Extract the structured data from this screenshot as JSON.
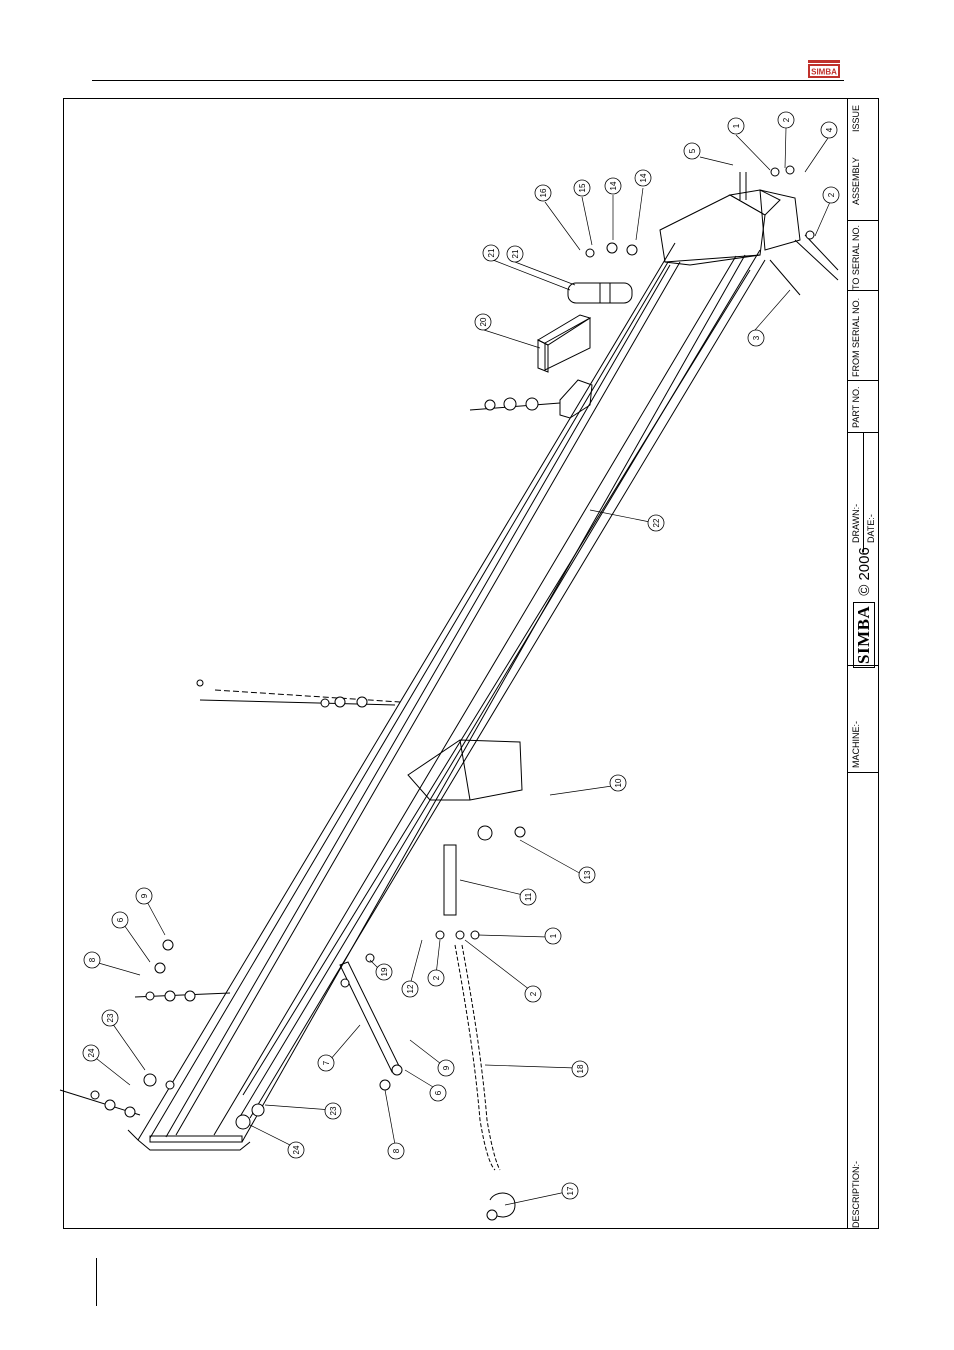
{
  "title_block": {
    "issue": "ISSUE",
    "assembly": "ASSEMBLY",
    "to_serial": "TO SERIAL NO.",
    "from_serial": "FROM SERIAL NO.",
    "part_no": "PART NO.",
    "drawn": "DRAWN:-",
    "date": "DATE:-",
    "brand": "SIMBA",
    "copyright": "© 2006",
    "machine": "MACHINE:-",
    "description": "DESCRIPTION:-"
  },
  "logo": {
    "text": "SIMBA",
    "color": "#c0312b"
  },
  "callouts": [
    {
      "n": "1"
    },
    {
      "n": "2"
    },
    {
      "n": "4"
    },
    {
      "n": "5"
    },
    {
      "n": "2"
    },
    {
      "n": "3"
    },
    {
      "n": "16"
    },
    {
      "n": "15"
    },
    {
      "n": "14"
    },
    {
      "n": "14"
    },
    {
      "n": "21"
    },
    {
      "n": "21"
    },
    {
      "n": "20"
    },
    {
      "n": "22"
    },
    {
      "n": "10"
    },
    {
      "n": "13"
    },
    {
      "n": "11"
    },
    {
      "n": "1"
    },
    {
      "n": "2"
    },
    {
      "n": "2"
    },
    {
      "n": "12"
    },
    {
      "n": "19"
    },
    {
      "n": "9"
    },
    {
      "n": "6"
    },
    {
      "n": "8"
    },
    {
      "n": "23"
    },
    {
      "n": "24"
    },
    {
      "n": "7"
    },
    {
      "n": "9"
    },
    {
      "n": "6"
    },
    {
      "n": "8"
    },
    {
      "n": "23"
    },
    {
      "n": "24"
    },
    {
      "n": "18"
    },
    {
      "n": "17"
    }
  ]
}
